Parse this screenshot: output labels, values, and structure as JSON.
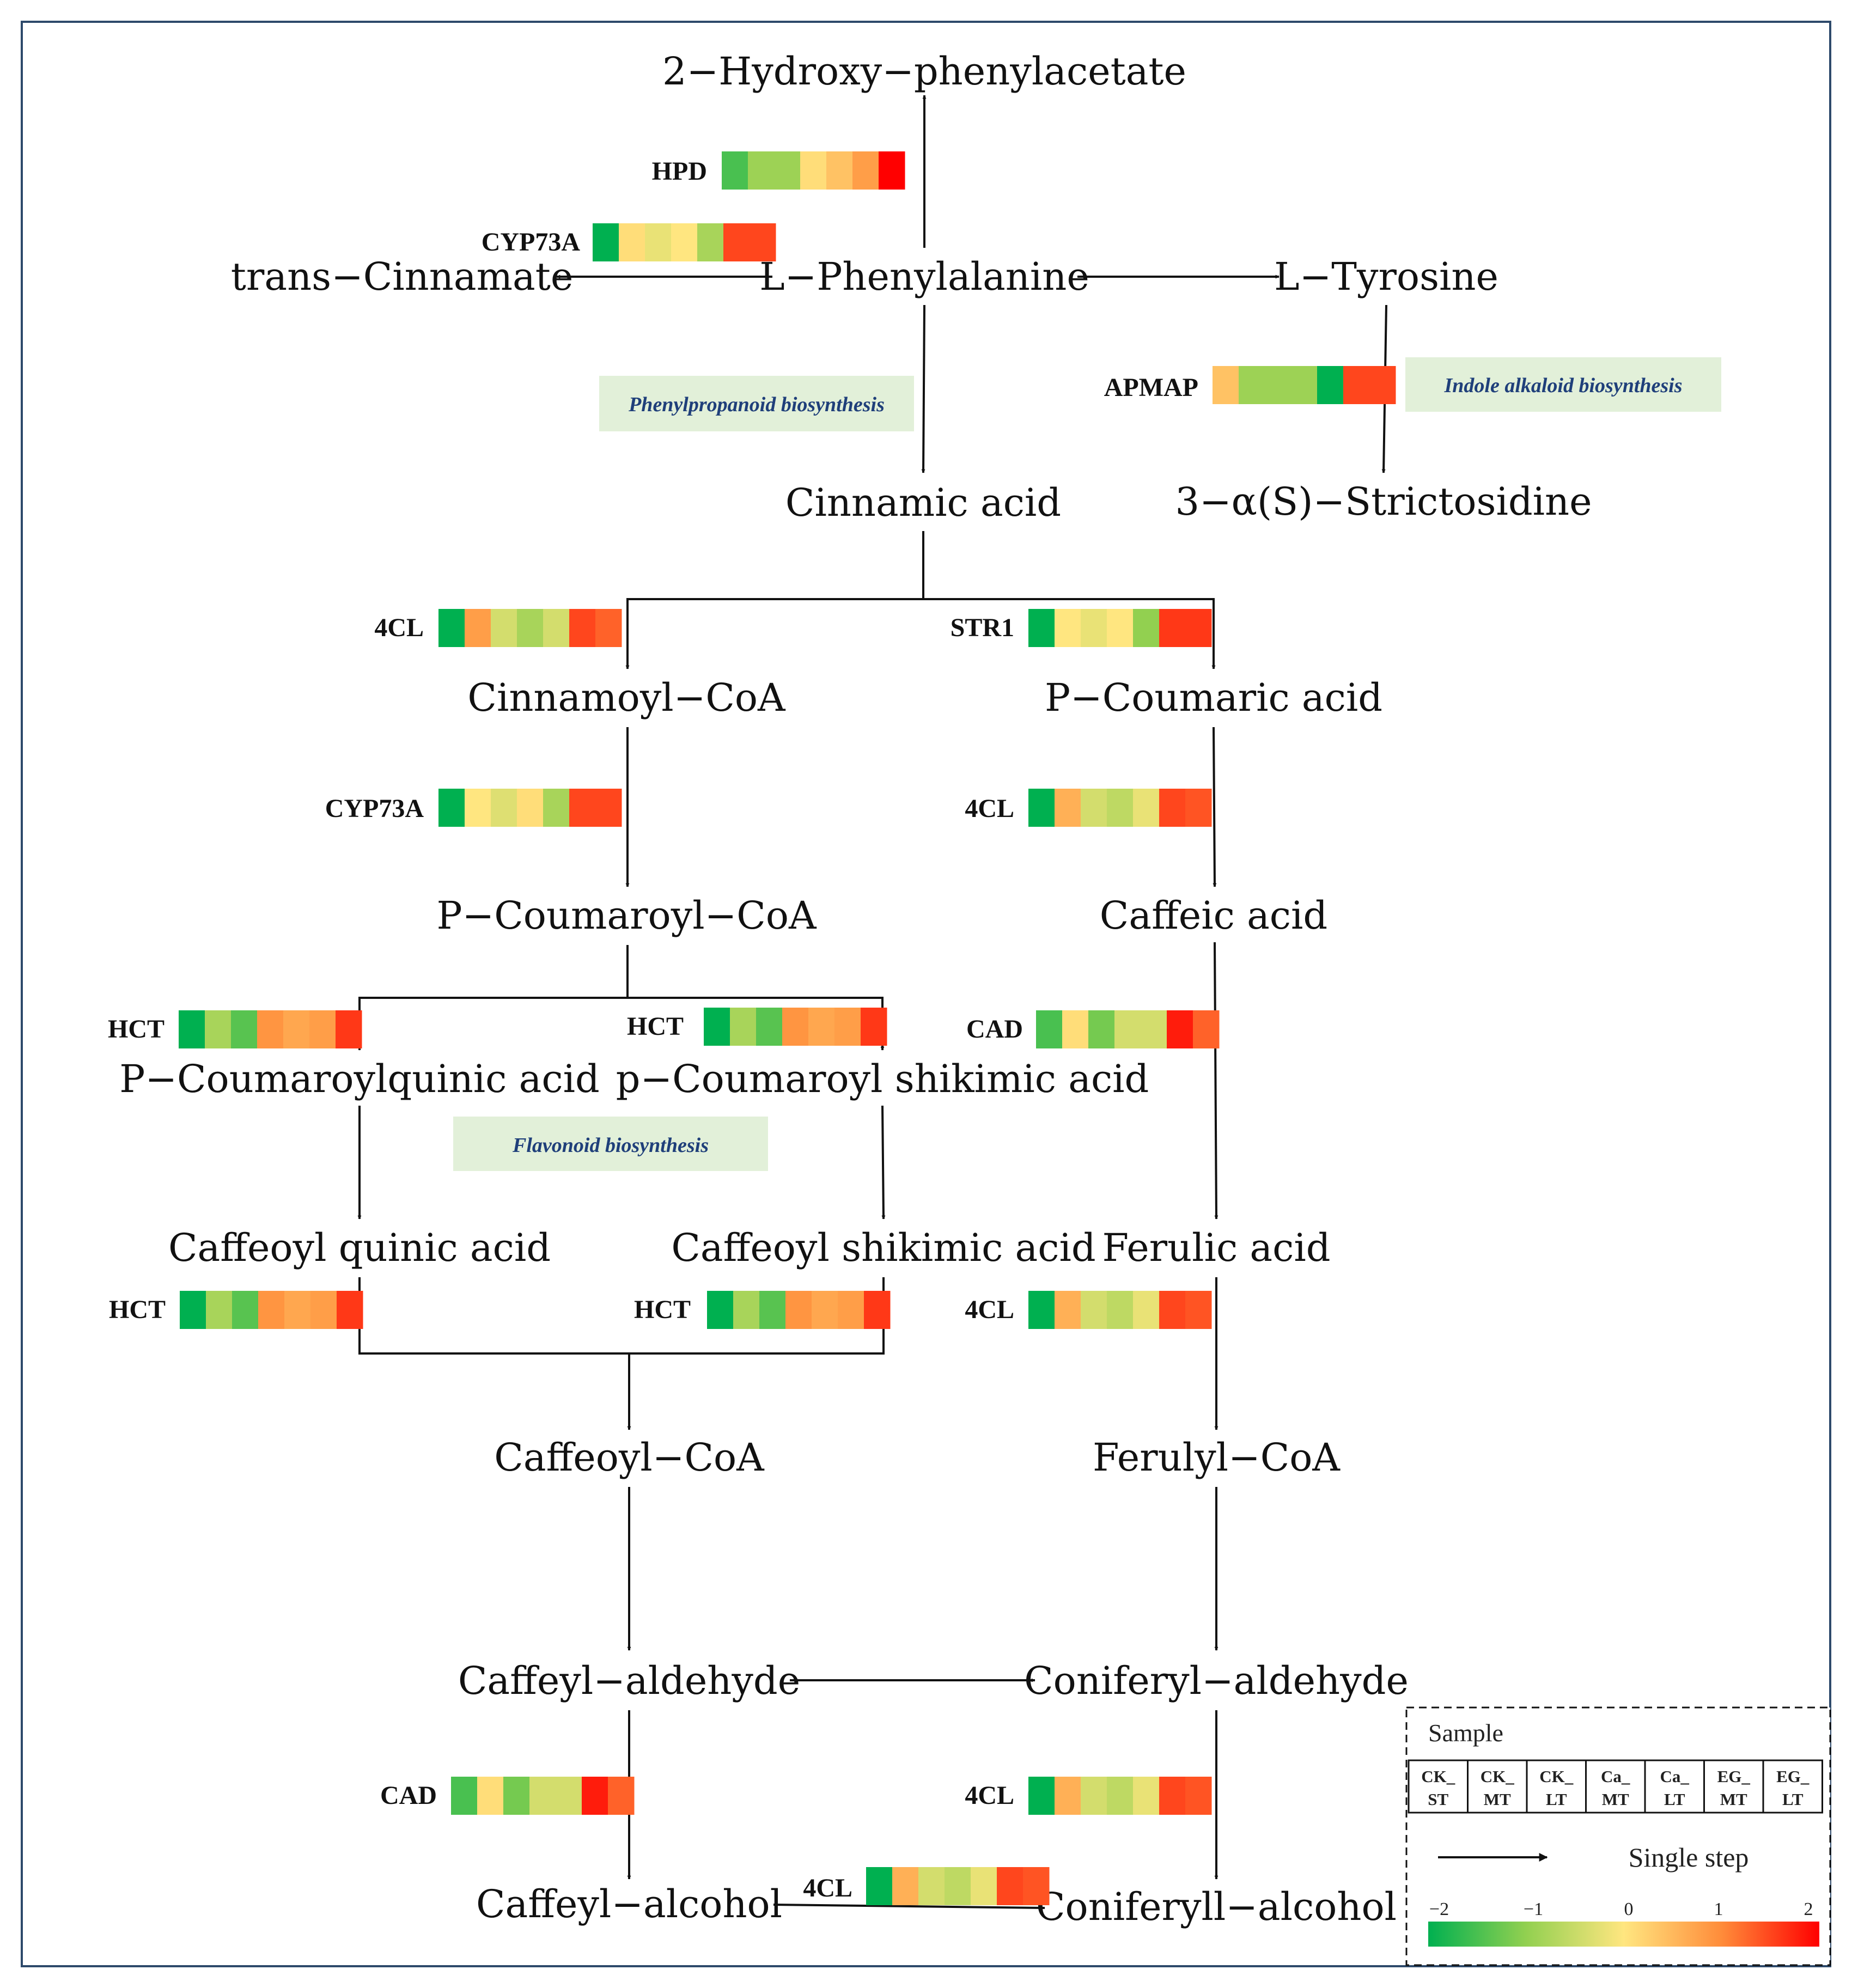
{
  "metabolites": {
    "hydroxyphenylacetate": "2−Hydroxy−phenylacetate",
    "trans_cinnamate": "trans−Cinnamate",
    "l_phenylalanine": "L−Phenylalanine",
    "l_tyrosine": "L−Tyrosine",
    "cinnamic_acid": "Cinnamic acid",
    "strictosidine": "3−α(S)−Strictosidine",
    "cinnamoyl_coa": "Cinnamoyl−CoA",
    "p_coumaric_acid": "P−Coumaric acid",
    "p_coumaroyl_coa": "P−Coumaroyl−CoA",
    "caffeic_acid": "Caffeic acid",
    "p_coumaroylquinic_acid": "P−Coumaroylquinic acid",
    "p_coumaroyl_shikimic_acid": "p−Coumaroyl shikimic acid",
    "caffeoyl_quinic_acid": "Caffeoyl quinic acid",
    "caffeoyl_shikimic_acid": "Caffeoyl shikimic acid",
    "ferulic_acid": "Ferulic acid",
    "caffeoyl_coa": "Caffeoyl−CoA",
    "ferulyl_coa": "Ferulyl−CoA",
    "caffeyl_aldehyde": "Caffeyl−aldehyde",
    "coniferyl_aldehyde": "Coniferyl−aldehyde",
    "caffeyl_alcohol": "Caffeyl−alcohol",
    "coniferyll_alcohol": "Coniferyll−alcohol"
  },
  "pathways": {
    "phenylpropanoid": "Phenylpropanoid biosynthesis",
    "indole": "Indole alkaloid biosynthesis",
    "flavonoid": "Flavonoid biosynthesis"
  },
  "enzymes": [
    {
      "id": "hpd",
      "label": "HPD",
      "values": [
        -1.5,
        -0.9,
        -0.9,
        0.1,
        0.4,
        0.8,
        2.0
      ]
    },
    {
      "id": "cyp73a_top",
      "label": "CYP73A",
      "values": [
        -2.0,
        0.1,
        -0.2,
        0.0,
        -0.8,
        1.5,
        1.5
      ]
    },
    {
      "id": "apmap",
      "label": "APMAP",
      "values": [
        0.4,
        -0.9,
        -0.9,
        -0.9,
        -2.0,
        1.5,
        1.5
      ]
    },
    {
      "id": "4cl_a",
      "label": "4CL",
      "values": [
        -2.0,
        0.8,
        -0.4,
        -0.8,
        -0.4,
        1.5,
        1.3
      ]
    },
    {
      "id": "str1",
      "label": "STR1",
      "values": [
        -2.0,
        0.0,
        -0.2,
        0.0,
        -1.0,
        1.6,
        1.6
      ]
    },
    {
      "id": "cyp73a_mid",
      "label": "CYP73A",
      "values": [
        -2.0,
        0.0,
        -0.3,
        0.1,
        -0.8,
        1.5,
        1.5
      ]
    },
    {
      "id": "4cl_b",
      "label": "4CL",
      "values": [
        -2.0,
        0.6,
        -0.4,
        -0.6,
        -0.2,
        1.5,
        1.4
      ]
    },
    {
      "id": "hct_a",
      "label": "HCT",
      "values": [
        -2.0,
        -0.8,
        -1.4,
        0.9,
        0.7,
        0.8,
        1.6
      ]
    },
    {
      "id": "hct_b",
      "label": "HCT",
      "values": [
        -2.0,
        -0.8,
        -1.4,
        0.9,
        0.7,
        0.8,
        1.6
      ]
    },
    {
      "id": "cad_a",
      "label": "CAD",
      "values": [
        -1.5,
        0.1,
        -1.2,
        -0.4,
        -0.4,
        1.8,
        1.3
      ]
    },
    {
      "id": "hct_c",
      "label": "HCT",
      "values": [
        -2.0,
        -0.8,
        -1.4,
        0.9,
        0.7,
        0.8,
        1.6
      ]
    },
    {
      "id": "hct_d",
      "label": "HCT",
      "values": [
        -2.0,
        -0.8,
        -1.4,
        0.9,
        0.7,
        0.8,
        1.6
      ]
    },
    {
      "id": "4cl_c",
      "label": "4CL",
      "values": [
        -2.0,
        0.6,
        -0.4,
        -0.6,
        -0.2,
        1.5,
        1.4
      ]
    },
    {
      "id": "cad_b",
      "label": "CAD",
      "values": [
        -1.5,
        0.1,
        -1.2,
        -0.4,
        -0.4,
        1.8,
        1.3
      ]
    },
    {
      "id": "4cl_d",
      "label": "4CL",
      "values": [
        -2.0,
        0.6,
        -0.4,
        -0.6,
        -0.2,
        1.5,
        1.4
      ]
    },
    {
      "id": "4cl_e",
      "label": "4CL",
      "values": [
        -2.0,
        0.6,
        -0.4,
        -0.6,
        -0.2,
        1.5,
        1.4
      ]
    }
  ],
  "legend": {
    "title": "Sample",
    "samples": [
      {
        "top": "CK_",
        "bottom": "ST"
      },
      {
        "top": "CK_",
        "bottom": "MT"
      },
      {
        "top": "CK_",
        "bottom": "LT"
      },
      {
        "top": "Ca_",
        "bottom": "MT"
      },
      {
        "top": "Ca_",
        "bottom": "LT"
      },
      {
        "top": "EG_",
        "bottom": "MT"
      },
      {
        "top": "EG_",
        "bottom": "LT"
      }
    ],
    "single_step": "Single step",
    "scale": {
      "ticks": [
        "−2",
        "−1",
        "0",
        "1",
        "2"
      ],
      "min": -2,
      "max": 2
    }
  },
  "colors": {
    "low": "#00b050",
    "mid": "#ffe680",
    "high": "#ff0000",
    "pathway_box": "#e2f0d9",
    "pathway_text": "#1f3f7a"
  }
}
